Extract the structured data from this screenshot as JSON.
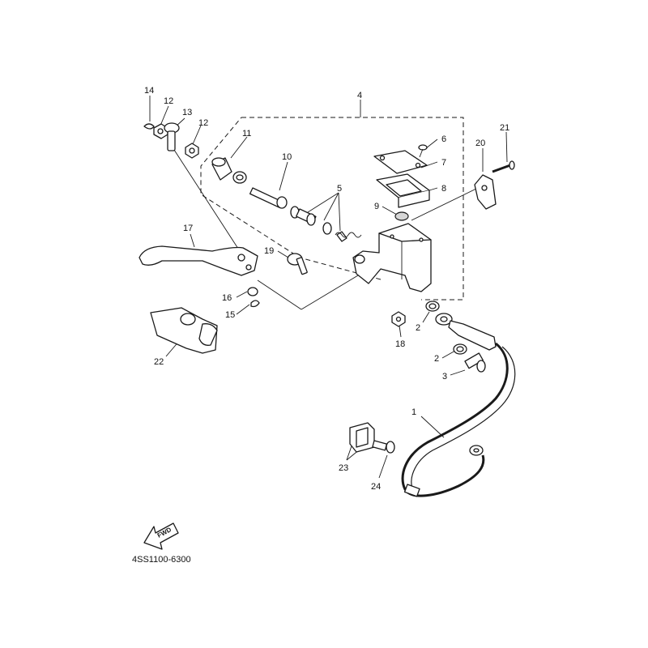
{
  "diagram_code": "4SS1100-6300",
  "fwd_label": "FWD",
  "callouts": {
    "p1": "1",
    "p2a": "2",
    "p2b": "2",
    "p3": "3",
    "p4": "4",
    "p5": "5",
    "p6": "6",
    "p7": "7",
    "p8": "8",
    "p9": "9",
    "p10": "10",
    "p11": "11",
    "p12a": "12",
    "p12b": "12",
    "p13": "13",
    "p14": "14",
    "p15": "15",
    "p16": "16",
    "p17": "17",
    "p18": "18",
    "p19": "19",
    "p20": "20",
    "p21": "21",
    "p22": "22",
    "p23": "23",
    "p24": "24"
  }
}
